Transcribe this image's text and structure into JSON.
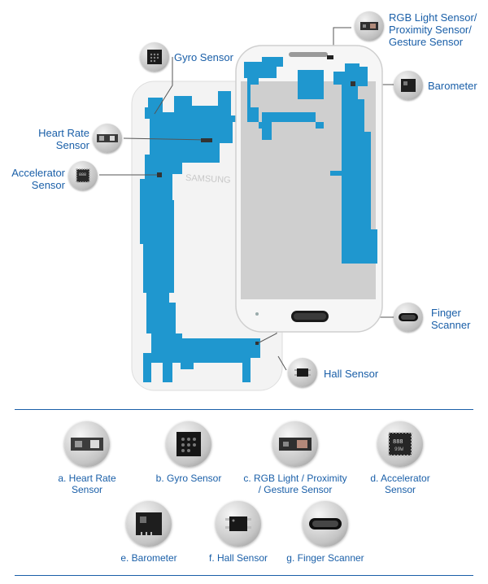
{
  "callouts": {
    "rgb_sensor": [
      "RGB Light Sensor/",
      "Proximity Sensor/",
      "Gesture Sensor"
    ],
    "gyro": "Gyro Sensor",
    "barometer": "Barometer",
    "heart_rate": [
      "Heart Rate",
      "Sensor"
    ],
    "accelerator": [
      "Accelerator",
      "Sensor"
    ],
    "finger": [
      "Finger",
      "Scanner"
    ],
    "hall": "Hall Sensor"
  },
  "brand_text": "SAMSUNG",
  "legend": {
    "row1": [
      {
        "lines": [
          "a. Heart Rate",
          "Sensor"
        ],
        "icon": "heart-rate-sensor-icon"
      },
      {
        "lines": [
          "b. Gyro Sensor"
        ],
        "icon": "gyro-sensor-icon"
      },
      {
        "lines": [
          "c. RGB Light / Proximity",
          "/ Gesture Sensor"
        ],
        "icon": "rgb-sensor-icon"
      },
      {
        "lines": [
          "d. Accelerator",
          "Sensor"
        ],
        "icon": "accelerator-sensor-icon"
      }
    ],
    "row2": [
      {
        "lines": [
          "e. Barometer"
        ],
        "icon": "barometer-icon"
      },
      {
        "lines": [
          "f. Hall Sensor"
        ],
        "icon": "hall-sensor-icon"
      },
      {
        "lines": [
          "g. Finger Scanner"
        ],
        "icon": "finger-scanner-icon"
      }
    ]
  },
  "colors": {
    "board": "#1f97cf",
    "label": "#1a5fa8",
    "divider": "#1a5fa8"
  }
}
